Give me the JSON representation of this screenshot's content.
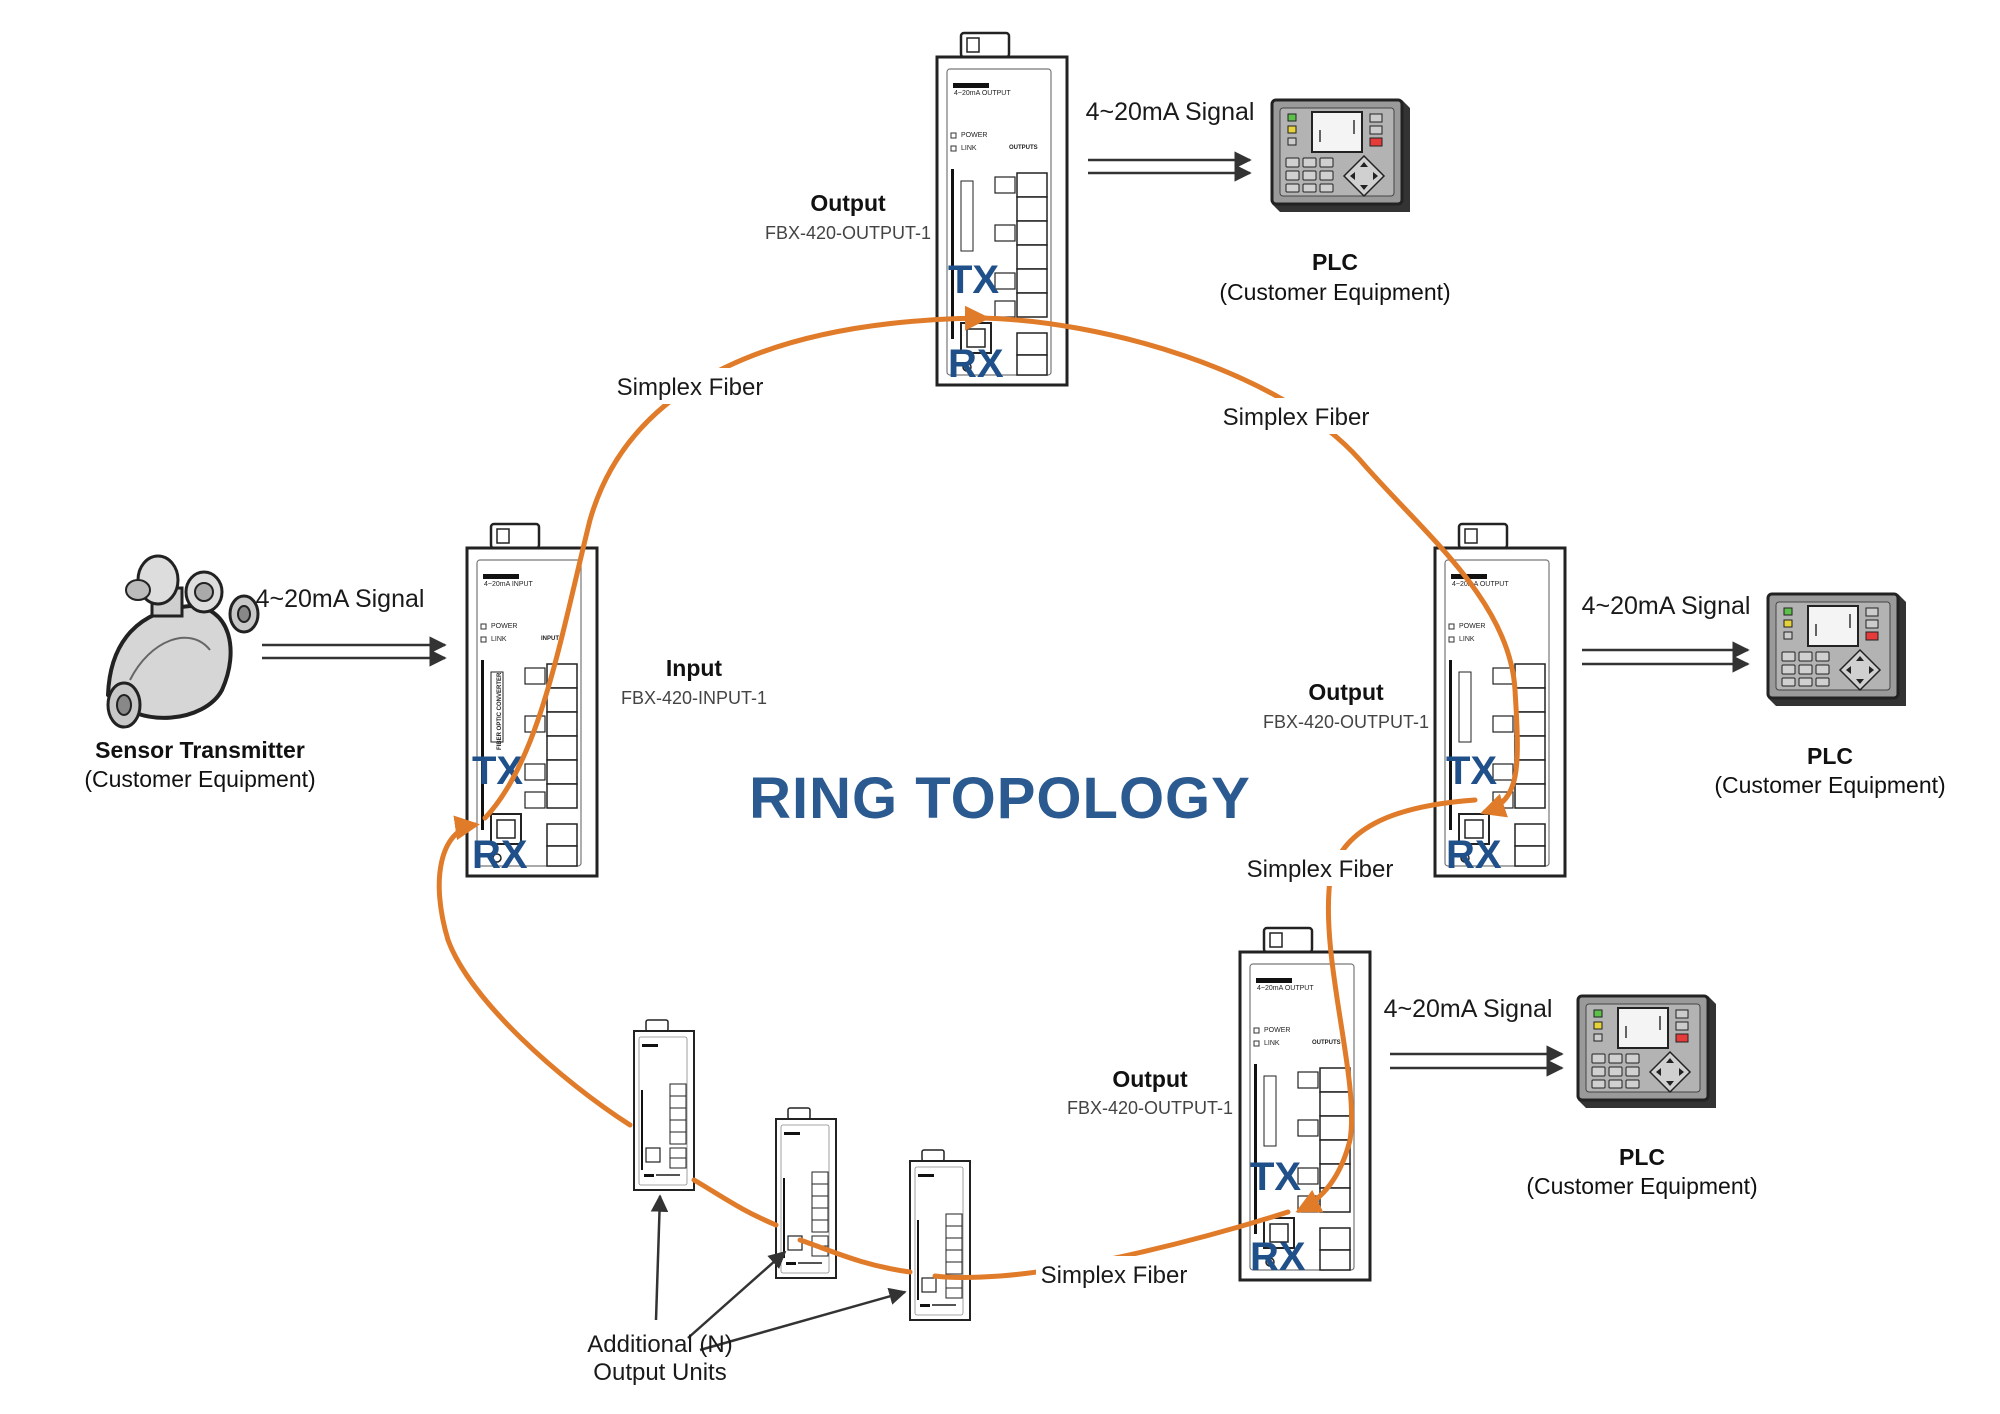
{
  "title": "RING TOPOLOGY",
  "sensor": {
    "name": "Sensor Transmitter",
    "owner": "(Customer Equipment)"
  },
  "signal_label": "4~20mA Signal",
  "fiber_label": "Simplex Fiber",
  "ports": {
    "tx": "TX",
    "rx": "RX"
  },
  "input_unit": {
    "name": "Input",
    "model": "FBX-420-INPUT-1"
  },
  "output_units": [
    {
      "name": "Output",
      "model": "FBX-420-OUTPUT-1"
    },
    {
      "name": "Output",
      "model": "FBX-420-OUTPUT-1"
    },
    {
      "name": "Output",
      "model": "FBX-420-OUTPUT-1"
    }
  ],
  "plc": {
    "name": "PLC",
    "owner": "(Customer Equipment)"
  },
  "additional_units": {
    "line1": "Additional (N)",
    "line2": "Output Units"
  },
  "device_panel": {
    "input_type": "4~20mA INPUT",
    "output_type": "4~20mA OUTPUT",
    "power": "POWER",
    "link": "LINK",
    "inputs": "INPUTS",
    "outputs": "OUTPUTS",
    "converter": "FIBER OPTIC CONVERTER"
  },
  "colors": {
    "fiber": "#e07b2a",
    "port_text": "#20508a",
    "title": "#2a5a8f"
  }
}
